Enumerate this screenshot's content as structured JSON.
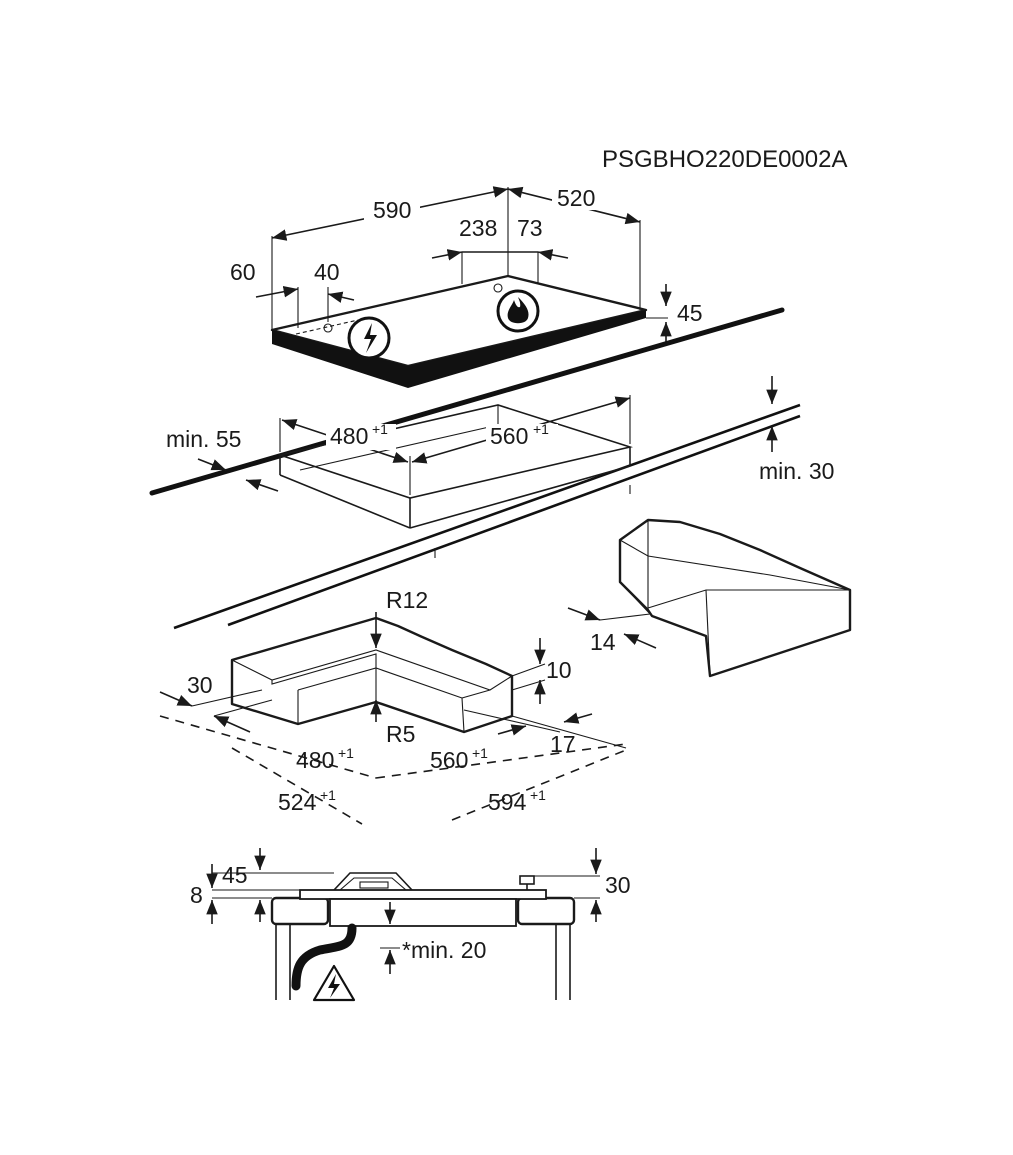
{
  "drawing_code": "PSGBHO220DE0002A",
  "hob": {
    "width": "590",
    "depth": "520",
    "gas_offset": "238",
    "gas_side": "73",
    "edge_left": "60",
    "elec_offset": "40",
    "height": "45"
  },
  "cutout": {
    "min_front": "min. 55",
    "width": "480",
    "width_tol": "+1",
    "depth": "560",
    "depth_tol": "+1",
    "min_worktop": "min. 30"
  },
  "profile": {
    "radius_outer": "R12",
    "radius_inner": "R5",
    "ledge_height": "10",
    "front_offset": "30",
    "rear_offset": "17",
    "inner_w": "480",
    "inner_w_tol": "+1",
    "inner_d": "560",
    "inner_d_tol": "+1",
    "outer_w": "524",
    "outer_w_tol": "+1",
    "outer_d": "594",
    "outer_d_tol": "+1",
    "side_ledge": "14"
  },
  "section": {
    "top_height": "45",
    "recess": "8",
    "right_height": "30",
    "min_clearance": "*min. 20"
  },
  "icons": {
    "electric_zone": "lightning-circle-icon",
    "gas_zone": "flame-circle-icon",
    "warning": "electric-warning-triangle-icon"
  }
}
